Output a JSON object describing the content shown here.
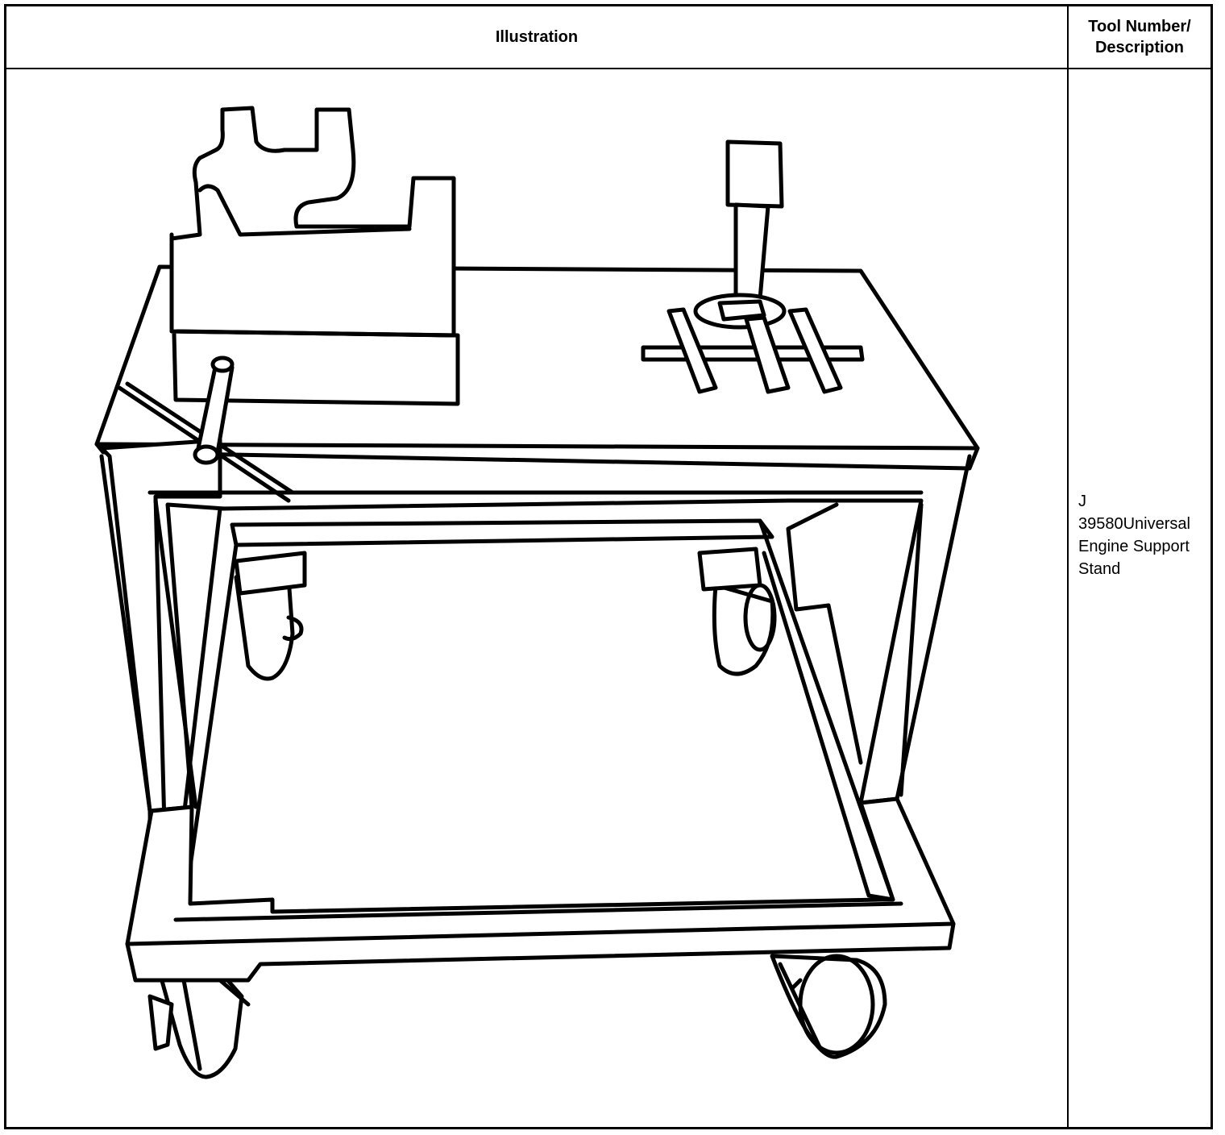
{
  "table": {
    "header": {
      "illustration": "Illustration",
      "tool_line1": "Tool Number/",
      "tool_line2": "Description"
    },
    "row": {
      "tool_number": "J",
      "description_line1": "39580Universal",
      "description_line2": "Engine Support",
      "description_line3": "Stand"
    }
  },
  "illustration": {
    "subject": "engine-support-stand-icon",
    "stroke_color": "#000000",
    "fill_color": "#ffffff"
  }
}
